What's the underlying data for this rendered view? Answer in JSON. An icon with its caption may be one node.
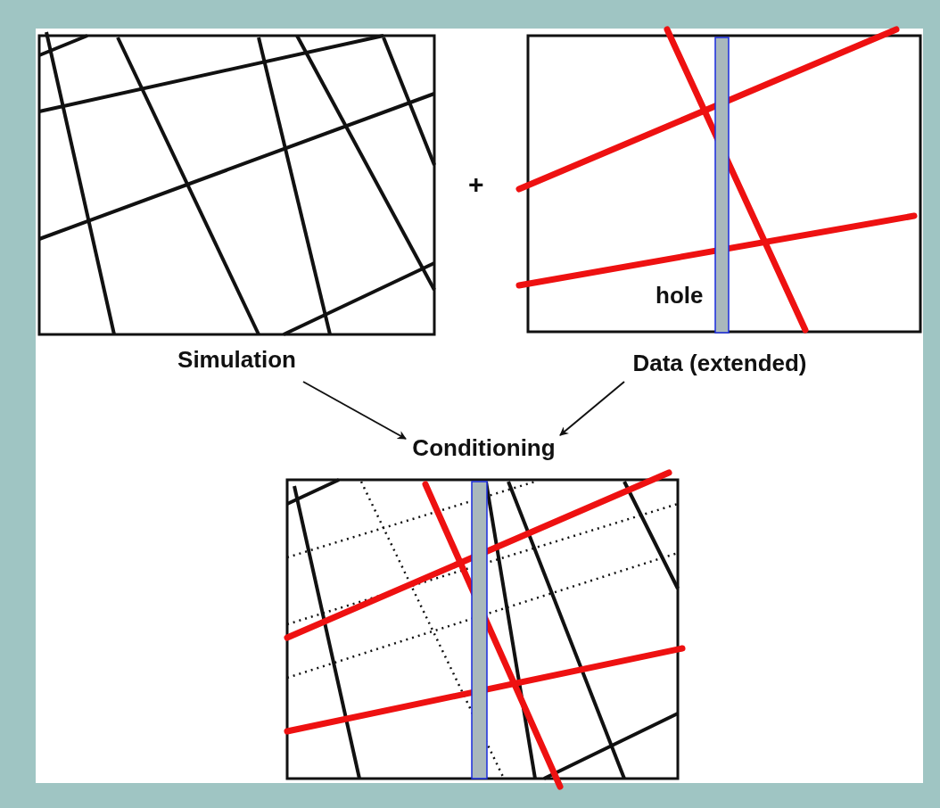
{
  "diagram": {
    "nodes": [
      {
        "text": [
          "Simulation"
        ]
      },
      {
        "text": [
          "Data (extended)"
        ]
      },
      {
        "text": [
          "Conditioning"
        ]
      }
    ],
    "edges": [
      {
        "from": 0,
        "to": 2,
        "arrow": "to"
      },
      {
        "from": 1,
        "to": 2,
        "arrow": "to"
      }
    ],
    "labels": [
      "+",
      "hole"
    ]
  }
}
